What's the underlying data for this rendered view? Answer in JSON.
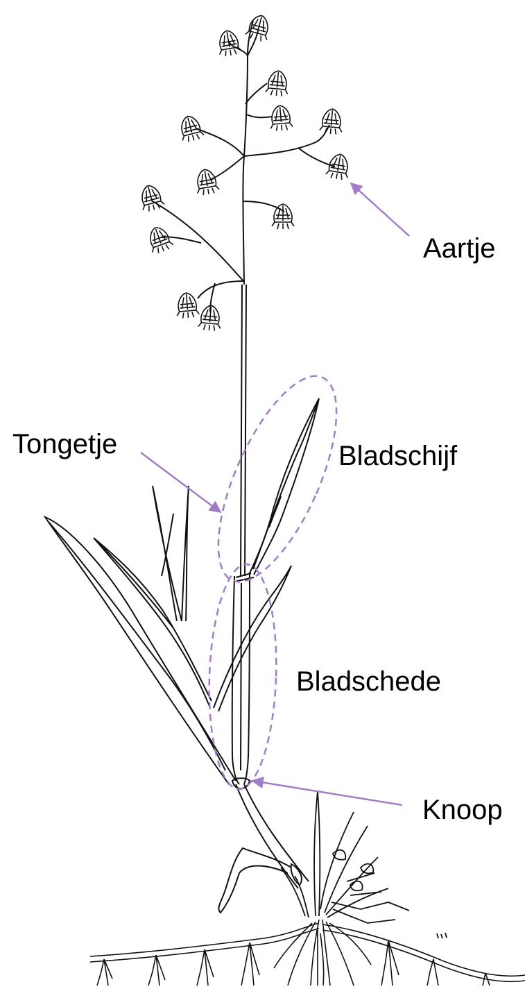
{
  "labels": {
    "aartje": "Aartje",
    "tongetje": "Tongetje",
    "bladschijf": "Bladschijf",
    "bladschede": "Bladschede",
    "knoop": "Knoop"
  },
  "colors": {
    "annotation": "#a17dc7",
    "ink": "#111111",
    "text": "#000000",
    "background": "#ffffff"
  }
}
